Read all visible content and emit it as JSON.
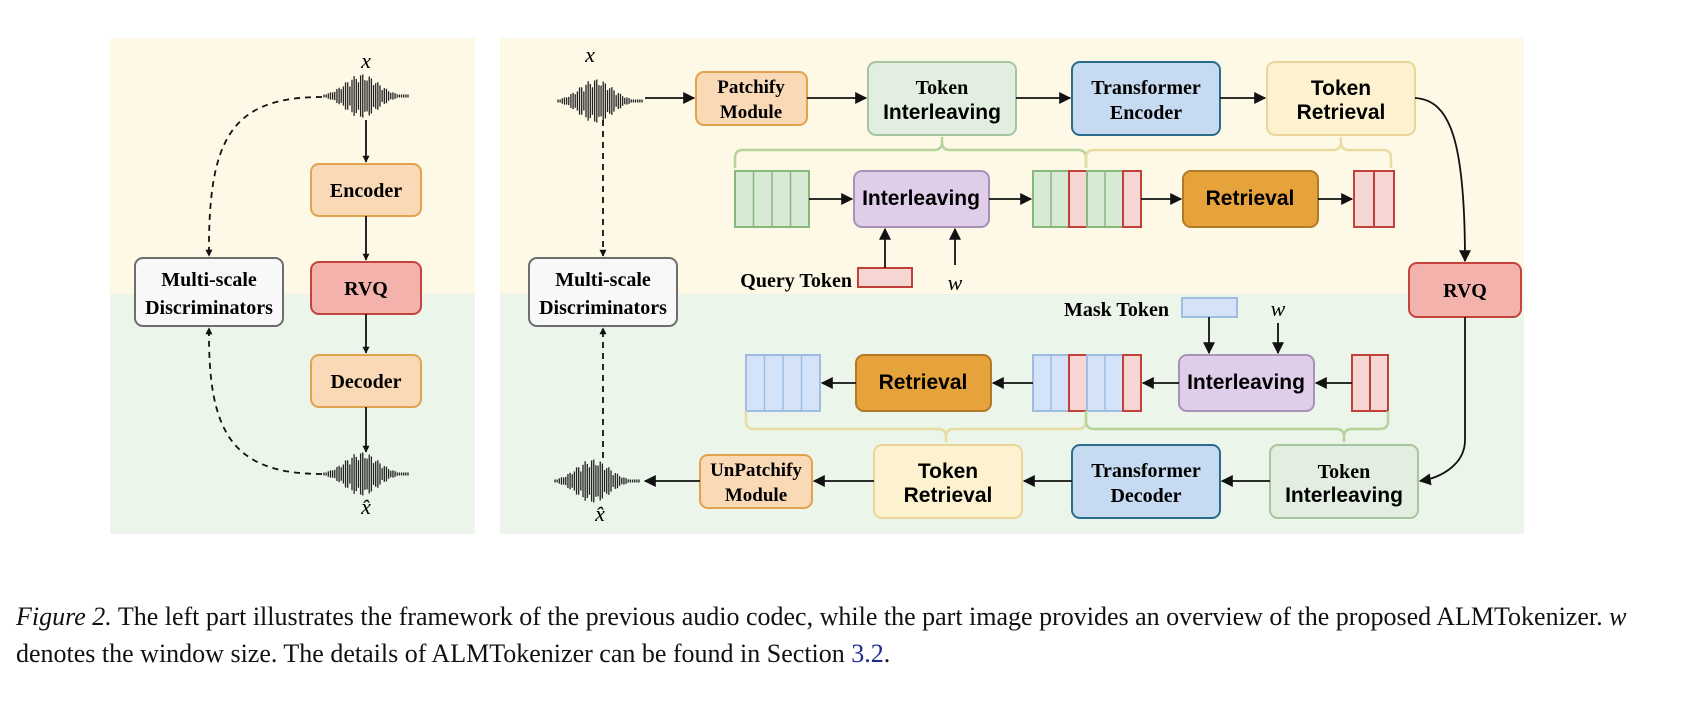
{
  "colors": {
    "encoder_bg": "#fdf9e6",
    "decoder_bg": "#ebf5ea",
    "orange_box": "#f9d9b6",
    "orange_border": "#e1a34e",
    "green_box": "#e2efe0",
    "green_border": "#a7c4a0",
    "blue_box": "#c6dbf1",
    "blue_border": "#2b6c8a",
    "yellow_box": "#fcf2cf",
    "yellow_border": "#e8d597",
    "red_box": "#f3b3ac",
    "red_border": "#c4443d",
    "purple_box": "#dfcdea",
    "purple_border": "#a892b8",
    "retrieval_box": "#e6a33b",
    "retrieval_border": "#b27a27",
    "gray_box": "#f8f8f8",
    "gray_border": "#6d6d6d",
    "token_green": "#d7ead3",
    "token_green_border": "#88b77e",
    "token_red": "#f6d6d3",
    "token_red_border": "#c2403a",
    "token_blue": "#d4e3f7",
    "token_blue_border": "#9fbde3",
    "brace_green": "#b5d39a",
    "brace_yellow": "#e8dca3"
  },
  "left": {
    "x_label": "x",
    "xhat_label": "x̂",
    "encoder": "Encoder",
    "rvq": "RVQ",
    "decoder": "Decoder",
    "discriminator_line1": "Multi-scale",
    "discriminator_line2": "Discriminators"
  },
  "right": {
    "x_label": "x",
    "xhat_label": "x̂",
    "patchify_line1": "Patchify",
    "patchify_line2": "Module",
    "token_interleaving_top_line1": "Token",
    "token_interleaving_top_line2": "Interleaving",
    "transformer_encoder_line1": "Transformer",
    "transformer_encoder_line2": "Encoder",
    "token_retrieval_top_line1": "Token",
    "token_retrieval_top_line2": "Retrieval",
    "interleaving_top": "Interleaving",
    "retrieval_top": "Retrieval",
    "query_token": "Query Token",
    "w_top": "w",
    "rvq": "RVQ",
    "discriminator_line1": "Multi-scale",
    "discriminator_line2": "Discriminators",
    "mask_token": "Mask Token",
    "w_bottom": "w",
    "retrieval_bottom": "Retrieval",
    "interleaving_bottom": "Interleaving",
    "unpatchify_line1": "UnPatchify",
    "unpatchify_line2": "Module",
    "token_retrieval_bottom_line1": "Token",
    "token_retrieval_bottom_line2": "Retrieval",
    "transformer_decoder_line1": "Transformer",
    "transformer_decoder_line2": "Decoder",
    "token_interleaving_bottom_line1": "Token",
    "token_interleaving_bottom_line2": "Interleaving"
  },
  "caption": {
    "label": "Figure 2.",
    "text1": " The left part illustrates the framework of the previous audio codec, while the part image provides an overview of the proposed ALMTokenizer. ",
    "var_w": "w",
    "text2": " denotes the window size. The details of ALMTokenizer can be found in Section ",
    "section_ref": "3.2",
    "text3": "."
  }
}
